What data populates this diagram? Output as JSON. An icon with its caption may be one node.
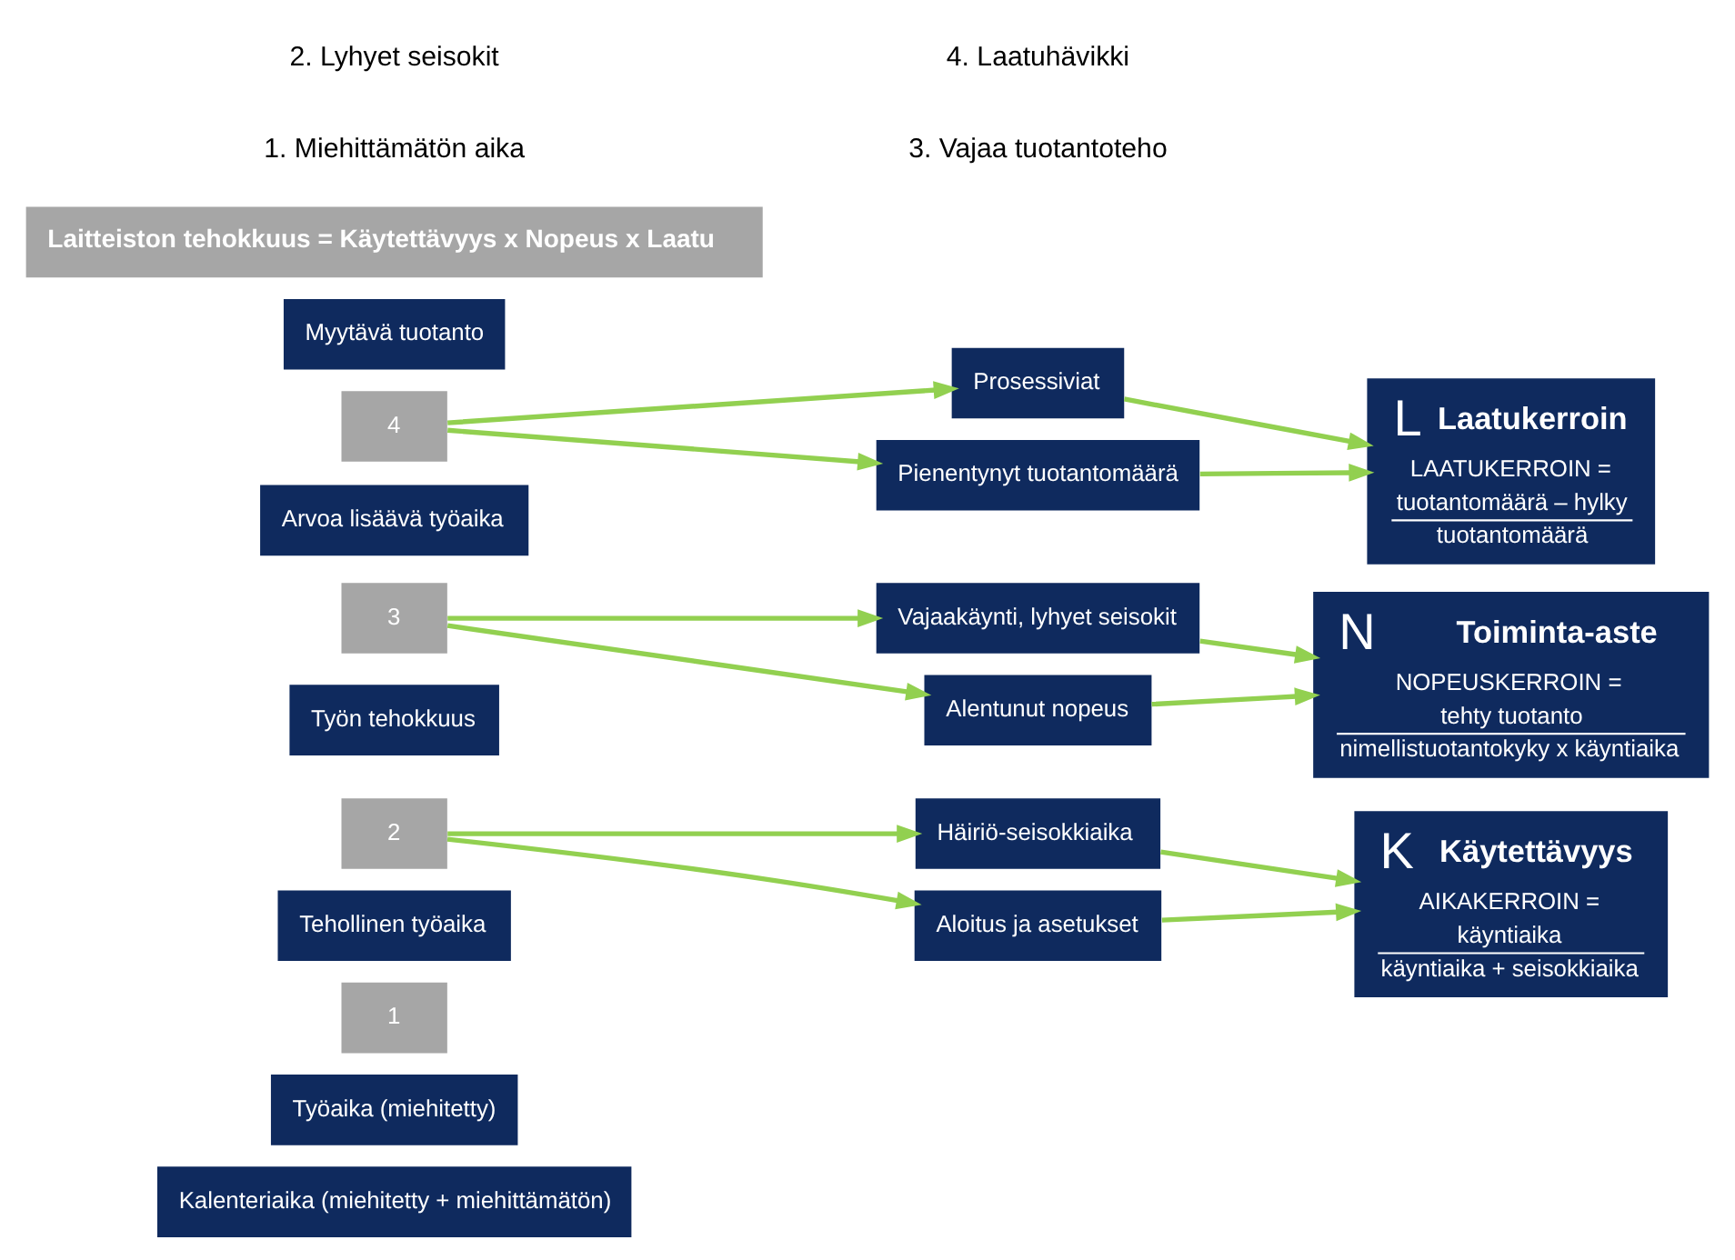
{
  "diagram": {
    "nodes": [
      {
        "text": [
          "Kalenteriaika (miehitetty + miehittämätön)"
        ]
      },
      {
        "text": [
          "Työaika (miehitetty)"
        ]
      },
      {
        "text": [
          "1"
        ]
      },
      {
        "text": [
          "Tehollinen työaika"
        ]
      },
      {
        "text": [
          "2"
        ]
      },
      {
        "text": [
          "Työn tehokkuus"
        ]
      },
      {
        "text": [
          "3"
        ]
      },
      {
        "text": [
          "Arvoa lisäävä työaika"
        ]
      },
      {
        "text": [
          "4"
        ]
      },
      {
        "text": [
          "Myytävä tuotanto"
        ]
      },
      {
        "text": [
          "Häiriö-seisokkiaika"
        ]
      },
      {
        "text": [
          "Aloitus ja asetukset"
        ]
      },
      {
        "text": [
          "Vajaakäynti, lyhyet seisokit"
        ]
      },
      {
        "text": [
          "Alentunut nopeus"
        ]
      },
      {
        "text": [
          "Prosessiviat"
        ]
      },
      {
        "text": [
          "Pienentynyt tuotantomäärä"
        ]
      },
      {
        "text": [
          "K",
          "Käytettävyys",
          "AIKAKERROIN =",
          "käyntiaika",
          "käyntiaika + seisokkiaika"
        ]
      },
      {
        "text": [
          "N",
          "Toiminta-aste",
          "NOPEUSKERROIN =",
          "tehty tuotanto",
          "nimellistuotantokyky x käyntiaika"
        ]
      },
      {
        "text": [
          "L",
          "Laatukerroin",
          "LAATUKERROIN =",
          "tuotantomäärä – hylky",
          "tuotantomäärä"
        ]
      },
      {
        "text": [
          "Laitteiston tehokkuus = Käytettävyys x Nopeus x Laatu"
        ]
      }
    ],
    "edges": [
      {
        "from": 4,
        "to": 10,
        "arrow": "to"
      },
      {
        "from": 4,
        "to": 11,
        "arrow": "to"
      },
      {
        "from": 10,
        "to": 16,
        "arrow": "to"
      },
      {
        "from": 11,
        "to": 16,
        "arrow": "to"
      },
      {
        "from": 6,
        "to": 12,
        "arrow": "to"
      },
      {
        "from": 6,
        "to": 13,
        "arrow": "to"
      },
      {
        "from": 12,
        "to": 17,
        "arrow": "to"
      },
      {
        "from": 13,
        "to": 17,
        "arrow": "to"
      },
      {
        "from": 8,
        "to": 14,
        "arrow": "to"
      },
      {
        "from": 8,
        "to": 15,
        "arrow": "to"
      },
      {
        "from": 14,
        "to": 18,
        "arrow": "to"
      },
      {
        "from": 15,
        "to": 18,
        "arrow": "to"
      }
    ],
    "labels": [
      "1. Miehittämätön aika",
      "3. Vajaa tuotantoteho",
      "2. Lyhyet seisokit",
      "4. Laatuhävikki"
    ]
  }
}
